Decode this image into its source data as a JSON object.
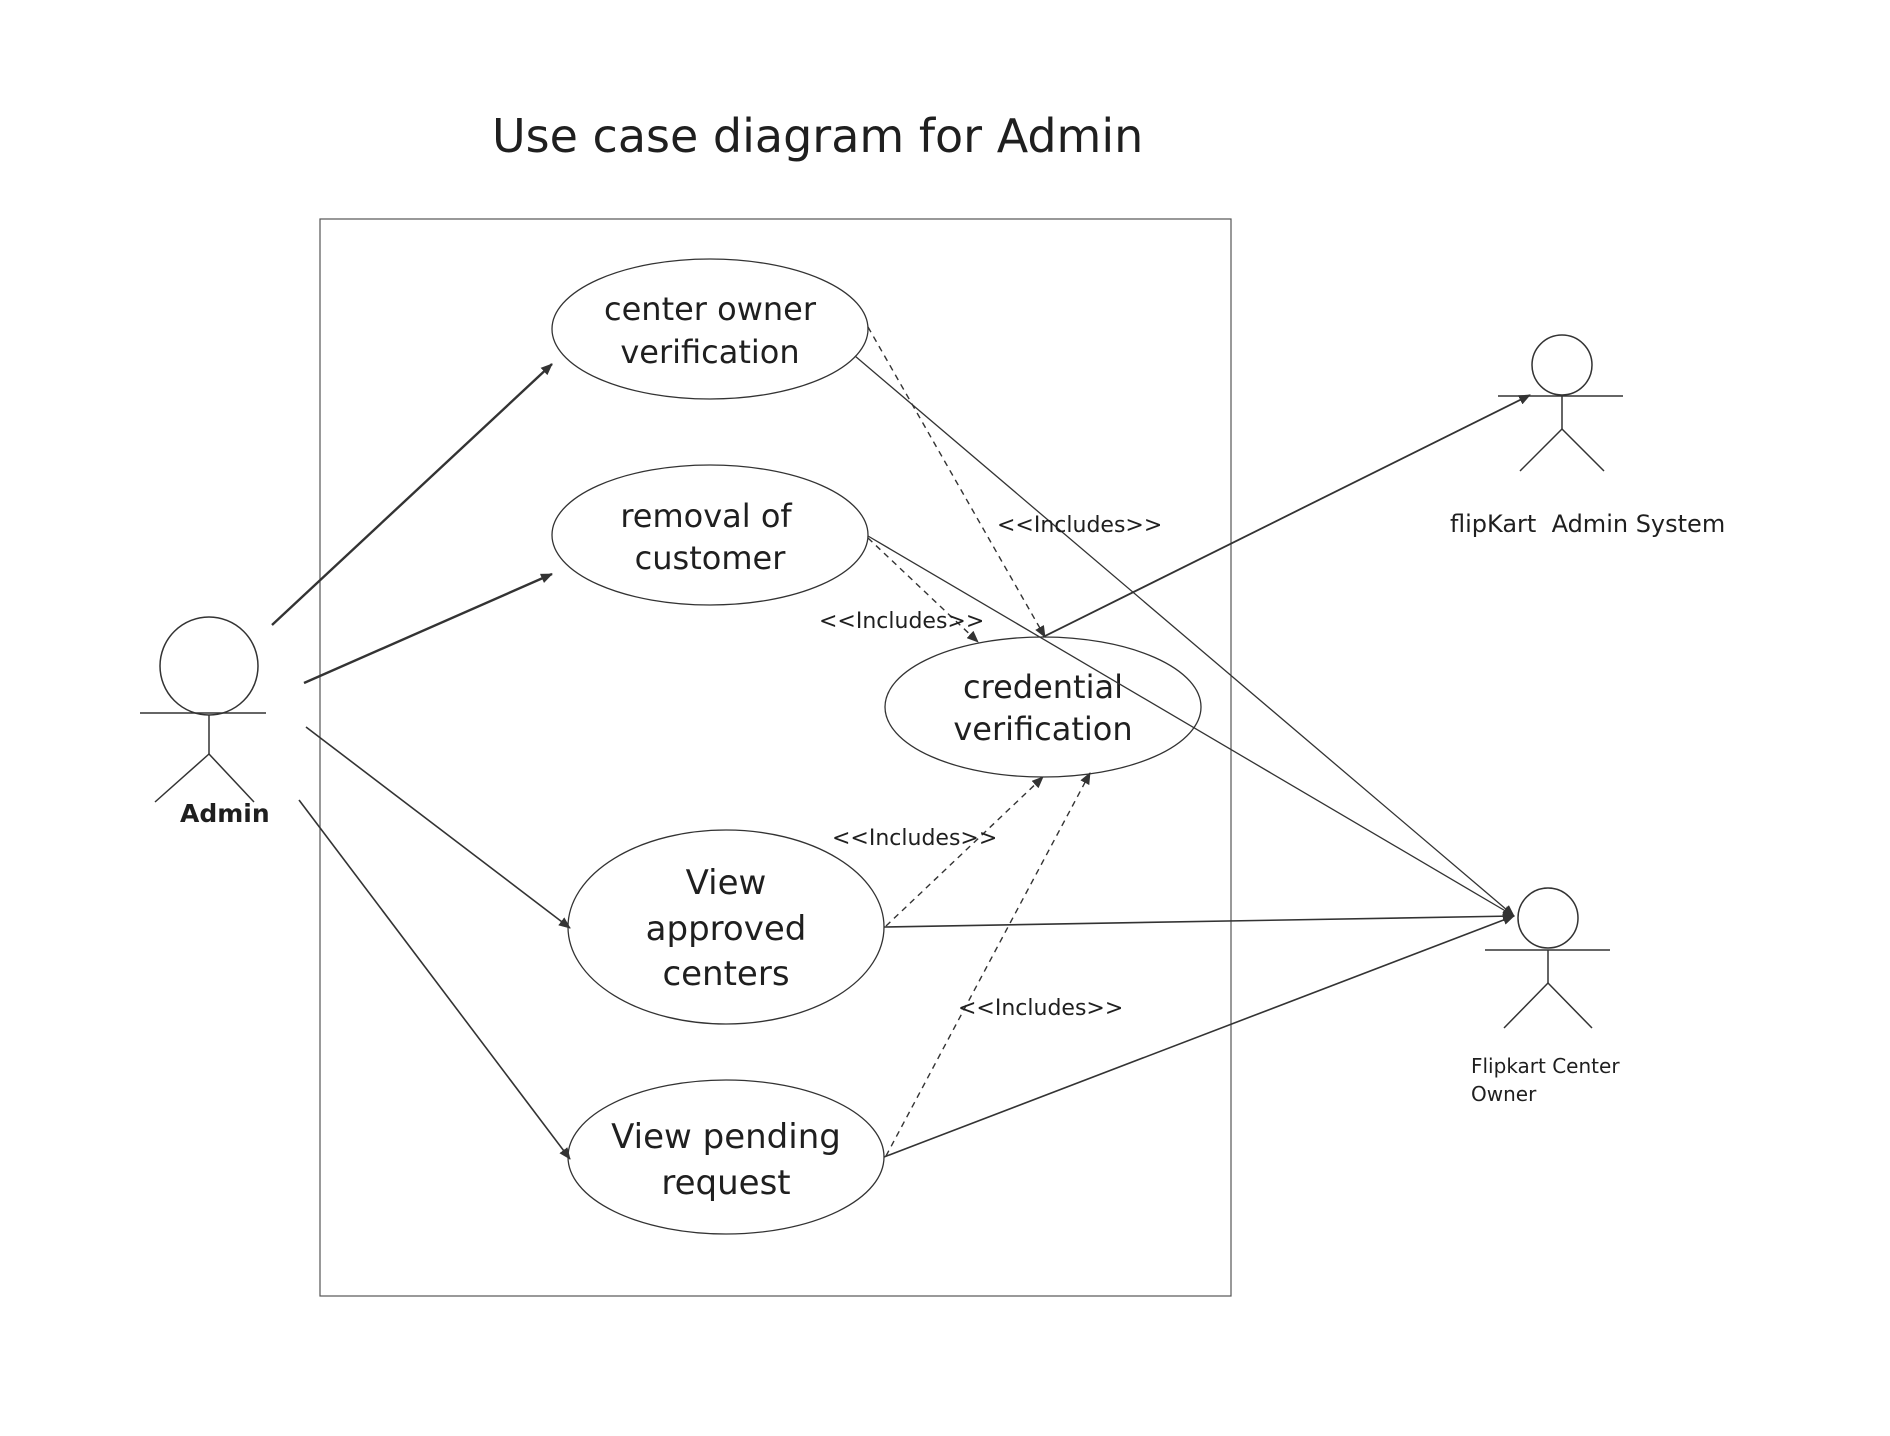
{
  "title": "Use case diagram for Admin",
  "actors": {
    "admin": "Admin",
    "system": "flipKart  Admin System",
    "owner_line1": "Flipkart Center",
    "owner_line2": "Owner"
  },
  "use_cases": {
    "center_owner": [
      "center owner",
      "verification"
    ],
    "removal": [
      "removal of",
      "customer"
    ],
    "credential": [
      "credential",
      "verification"
    ],
    "approved": [
      "View",
      "approved",
      "centers"
    ],
    "pending": [
      "View pending",
      "request"
    ]
  },
  "includes_label": "<<Includes>>"
}
